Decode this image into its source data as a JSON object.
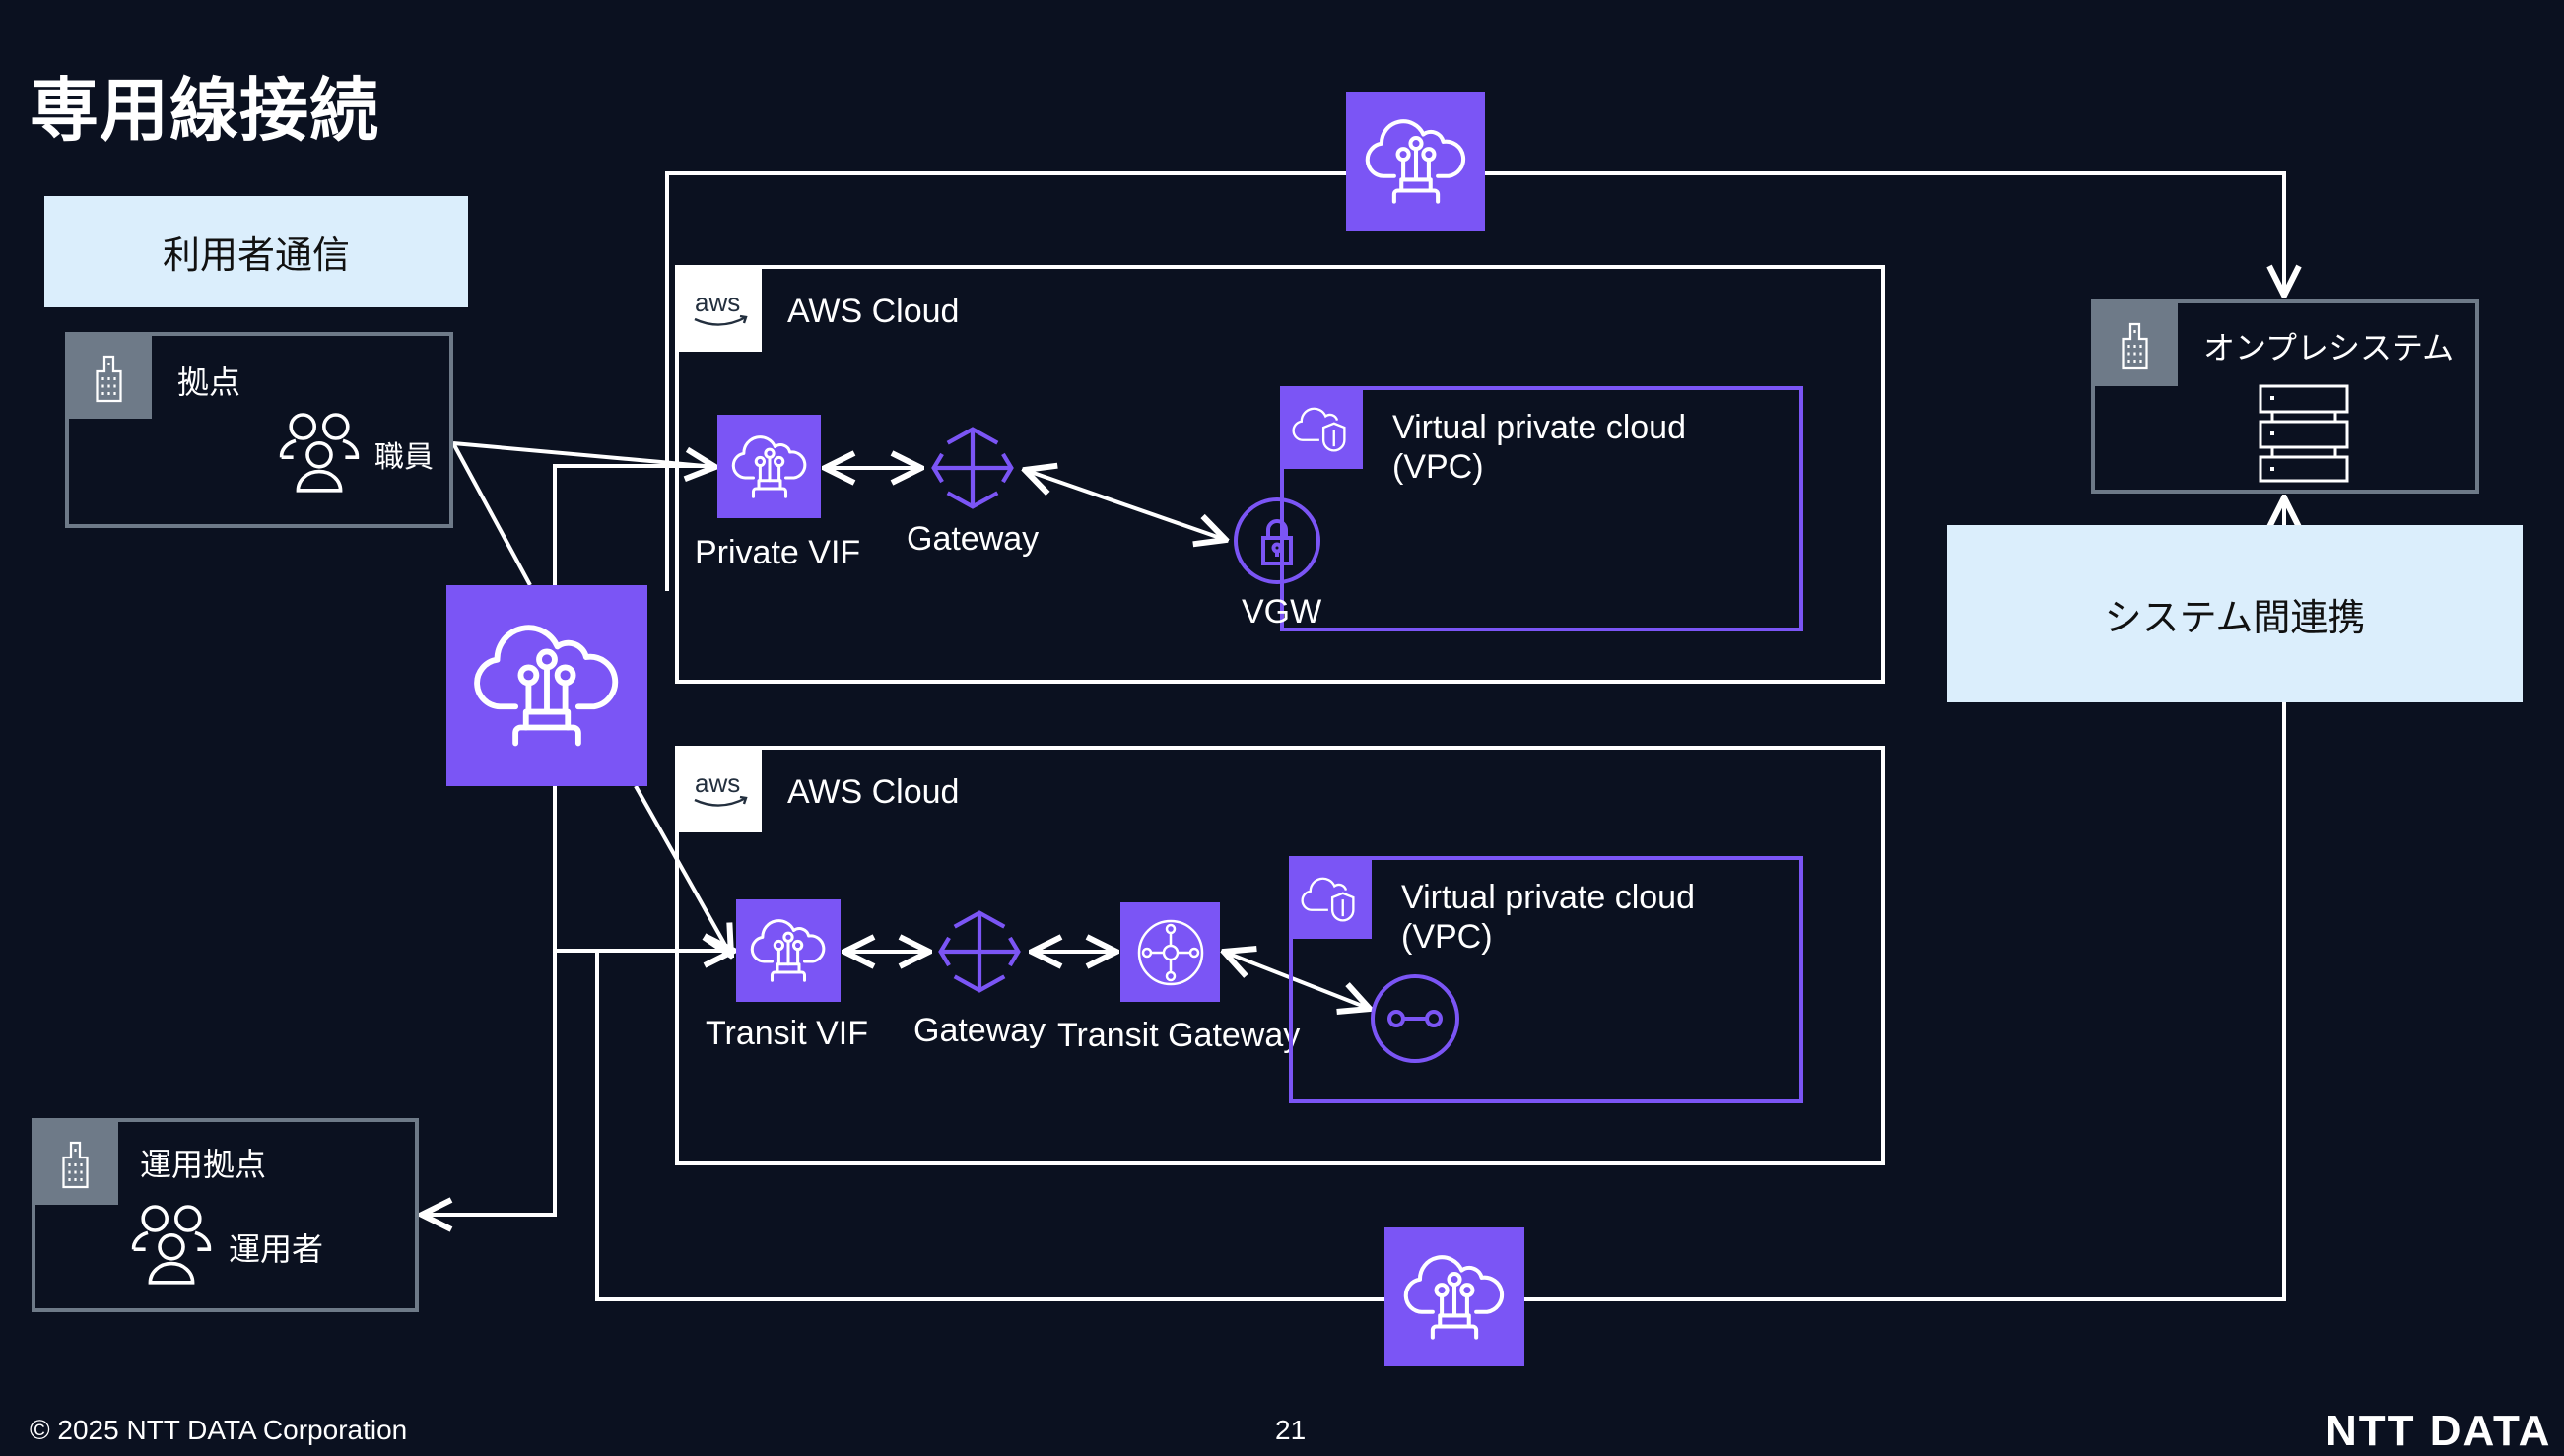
{
  "title": "専用線接続",
  "tags": {
    "user_traffic": "利用者通信",
    "system_integration": "システム間連携"
  },
  "sites": {
    "branch": {
      "label": "拠点",
      "users_label": "職員"
    },
    "ops": {
      "label": "運用拠点",
      "users_label": "運用者"
    },
    "onprem": {
      "label": "オンプレシステム"
    }
  },
  "aws_upper": {
    "cloud_label": "AWS Cloud",
    "logo_text": "aws",
    "vif_label": "Private VIF",
    "gateway_label": "Gateway",
    "vgw_label": "VGW",
    "vpc_label_line1": "Virtual private cloud",
    "vpc_label_line2": "(VPC)"
  },
  "aws_lower": {
    "cloud_label": "AWS Cloud",
    "logo_text": "aws",
    "vif_label": "Transit VIF",
    "gateway_label": "Gateway",
    "tgw_label": "Transit Gateway",
    "vpc_label_line1": "Virtual private cloud",
    "vpc_label_line2": "(VPC)"
  },
  "icons": {
    "direct_connect": "direct-connect-icon",
    "gateway": "direct-connect-gateway-icon",
    "vgw": "vpn-gateway-icon",
    "tgw": "transit-gateway-icon",
    "endpoint": "vpc-endpoint-icon",
    "vpc": "vpc-cloud-shield-icon",
    "building": "building-icon",
    "users": "users-icon",
    "server": "server-stack-icon"
  },
  "colors": {
    "background": "#0b1120",
    "accent": "#7b55f5",
    "tag_bg": "#dbeefc",
    "site_border": "#6e7a88"
  },
  "footer": {
    "copyright": "© 2025 NTT DATA Corporation",
    "page_number": "21",
    "logo": "NTT DATA"
  }
}
